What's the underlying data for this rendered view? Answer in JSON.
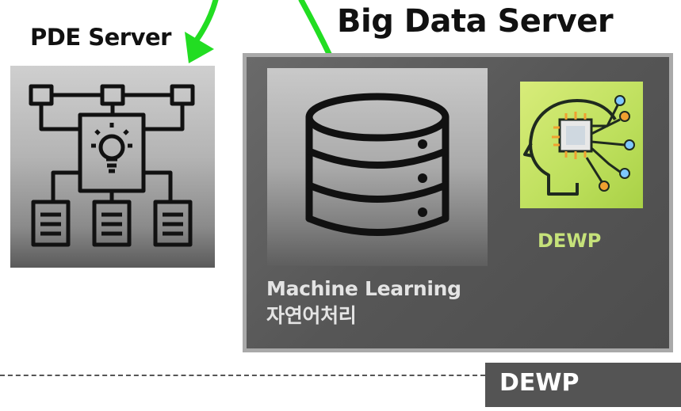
{
  "pde_server": {
    "title": "PDE Server",
    "icon": "flowchart-lightbulb-icon"
  },
  "big_data_server": {
    "title": "Big Data Server",
    "database_icon": "database-icon",
    "ai_icon": "ai-head-chip-icon",
    "ai_label": "DEWP",
    "caption_line1": "Machine Learning",
    "caption_line2": "자연어처리"
  },
  "footer": {
    "tag_label": "DEWP"
  },
  "colors": {
    "arrow": "#22dd22",
    "panel": "#565656",
    "ai_background": "#c3e36a",
    "dewp_label": "#c6e27a"
  }
}
